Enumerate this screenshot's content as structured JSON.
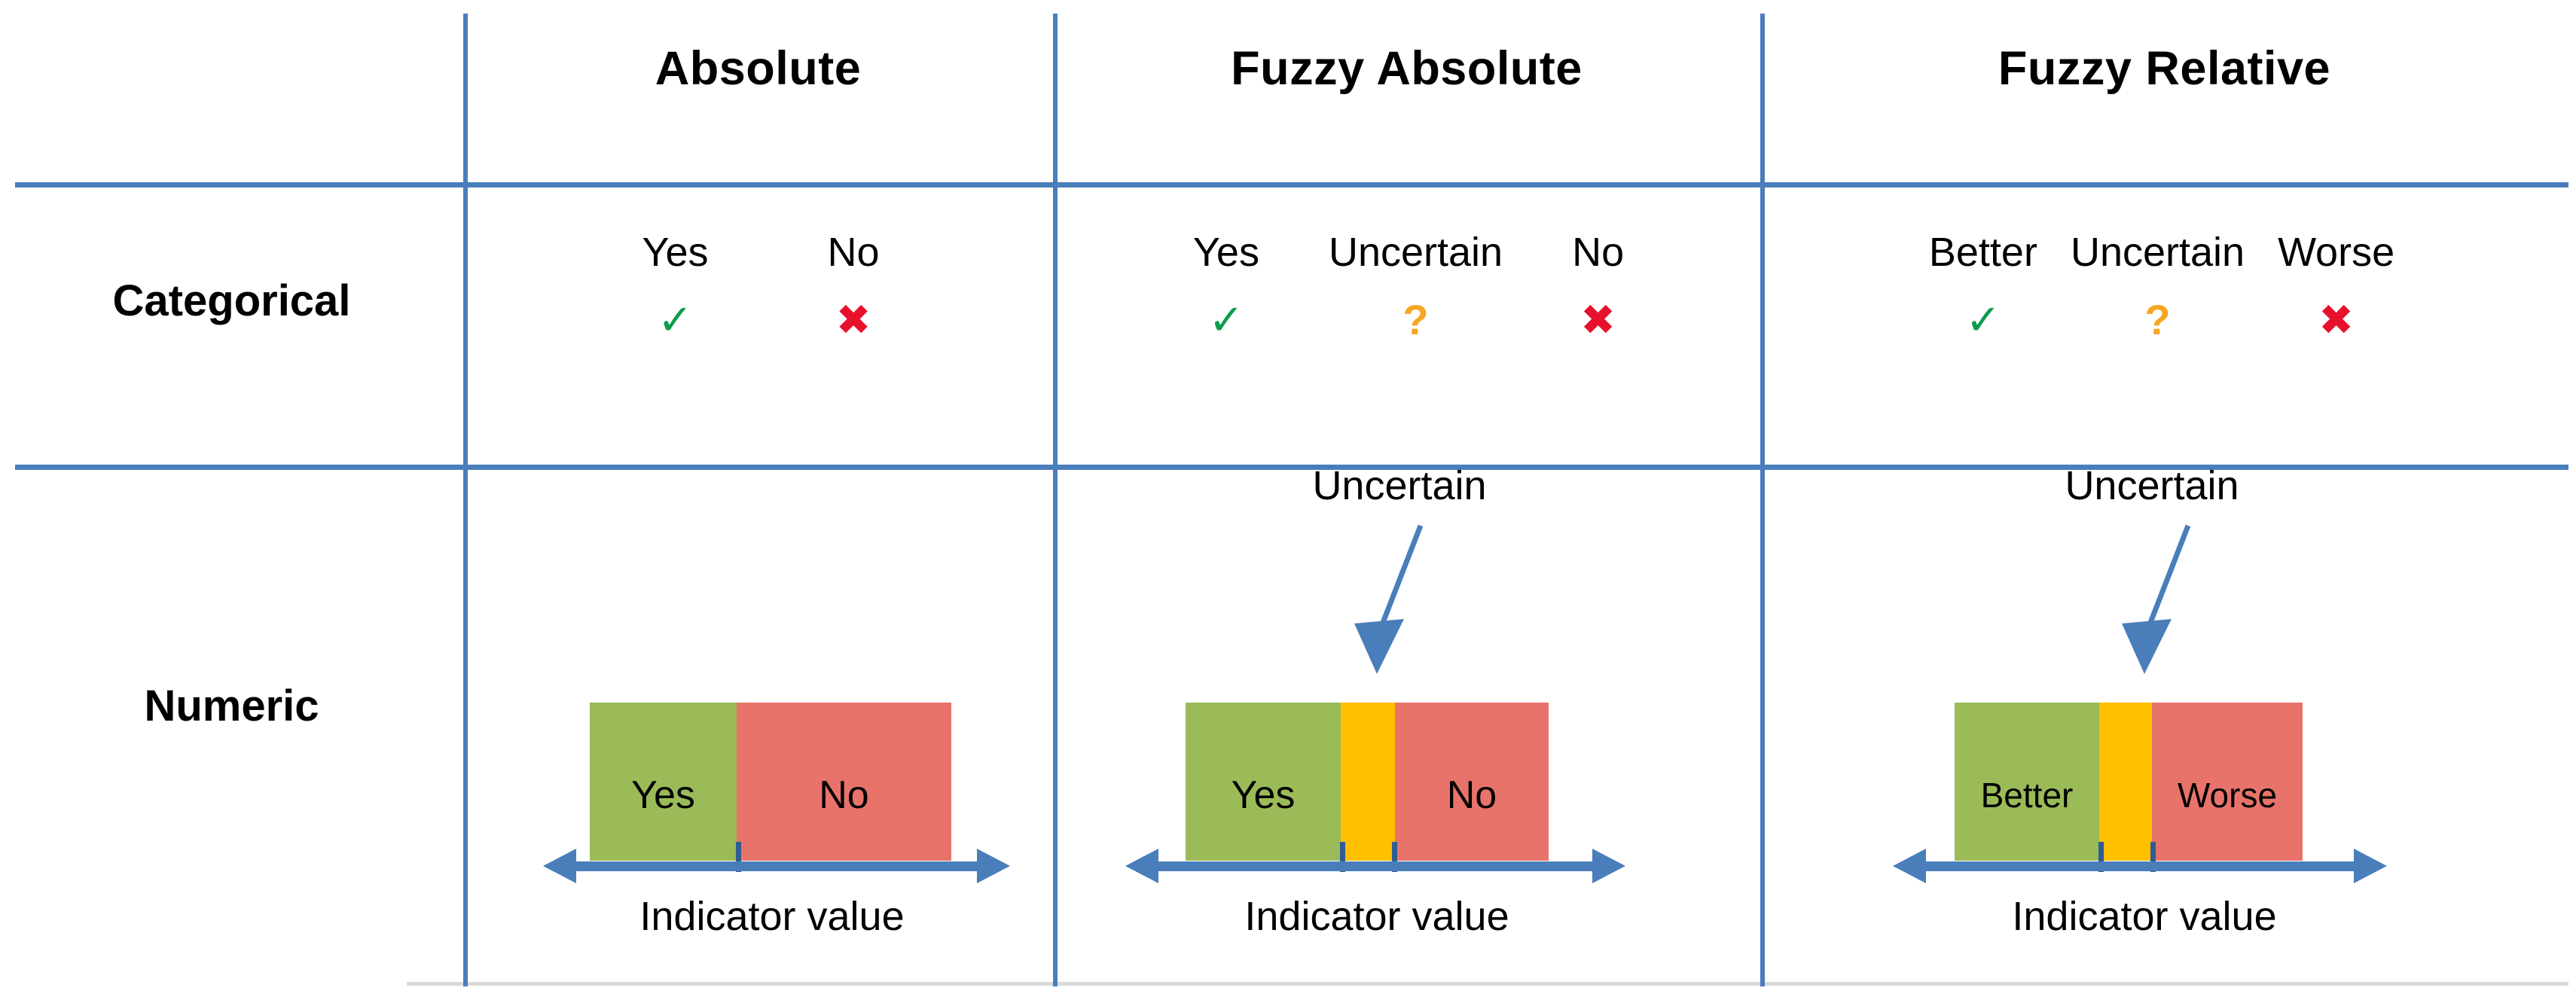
{
  "figure": {
    "type": "table-diagram",
    "description": "Comparison table of indicator assessment modes"
  },
  "table": {
    "corner_label": "",
    "columns": [
      {
        "id": "absolute",
        "label": "Absolute"
      },
      {
        "id": "fuzzy_absolute",
        "label": "Fuzzy Absolute"
      },
      {
        "id": "fuzzy_relative",
        "label": "Fuzzy Relative"
      }
    ],
    "rows": [
      {
        "id": "categorical",
        "label": "Categorical"
      },
      {
        "id": "numeric",
        "label": "Numeric"
      }
    ]
  },
  "categorical": {
    "absolute": [
      {
        "word": "Yes",
        "symbol": "✓",
        "symbol_name": "check-icon",
        "color": "#0d9b4e"
      },
      {
        "word": "No",
        "symbol": "✖",
        "symbol_name": "cross-icon",
        "color": "#e8112d"
      }
    ],
    "fuzzy_absolute": [
      {
        "word": "Yes",
        "symbol": "✓",
        "symbol_name": "check-icon",
        "color": "#0d9b4e"
      },
      {
        "word": "Uncertain",
        "symbol": "?",
        "symbol_name": "question-mark-icon",
        "color": "#f5a623"
      },
      {
        "word": "No",
        "symbol": "✖",
        "symbol_name": "cross-icon",
        "color": "#e8112d"
      }
    ],
    "fuzzy_relative": [
      {
        "word": "Better",
        "symbol": "✓",
        "symbol_name": "check-icon",
        "color": "#0d9b4e"
      },
      {
        "word": "Uncertain",
        "symbol": "?",
        "symbol_name": "question-mark-icon",
        "color": "#f5a623"
      },
      {
        "word": "Worse",
        "symbol": "✖",
        "symbol_name": "cross-icon",
        "color": "#e8112d"
      }
    ]
  },
  "numeric": {
    "axis_caption": "Indicator value",
    "callout_label": "Uncertain",
    "absolute": {
      "segments": [
        {
          "label": "Yes",
          "color": "#9bbb59"
        },
        {
          "label": "No",
          "color": "#e8736a"
        }
      ],
      "has_uncertain_band": false
    },
    "fuzzy_absolute": {
      "segments": [
        {
          "label": "Yes",
          "color": "#9bbb59"
        },
        {
          "label": "",
          "color": "#ffc000"
        },
        {
          "label": "No",
          "color": "#e8736a"
        }
      ],
      "has_uncertain_band": true
    },
    "fuzzy_relative": {
      "segments": [
        {
          "label": "Better",
          "color": "#9bbb59"
        },
        {
          "label": "",
          "color": "#ffc000"
        },
        {
          "label": "Worse",
          "color": "#e8736a"
        }
      ],
      "has_uncertain_band": true
    }
  },
  "colors": {
    "rule": "#4a7ebb",
    "green": "#9bbb59",
    "red": "#e8736a",
    "yellow": "#ffc000",
    "arrow": "#4a7ebb",
    "check": "#0d9b4e",
    "cross": "#e8112d",
    "question": "#f5a623"
  }
}
